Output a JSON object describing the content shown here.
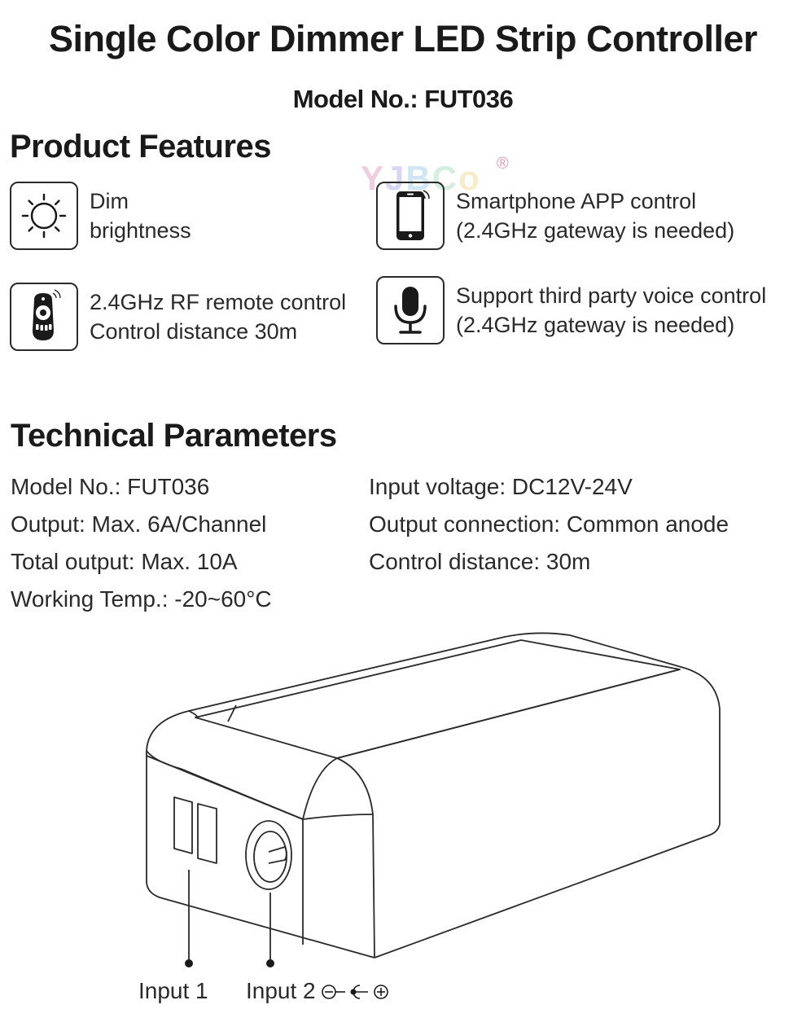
{
  "header": {
    "title": "Single Color Dimmer LED Strip Controller",
    "model_line": "Model No.: FUT036"
  },
  "features": {
    "heading": "Product Features",
    "items": [
      {
        "icon": "sun-icon",
        "line1": "Dim",
        "line2": "brightness"
      },
      {
        "icon": "smartphone-icon",
        "line1": "Smartphone APP control",
        "line2": "(2.4GHz gateway is needed)"
      },
      {
        "icon": "remote-control-icon",
        "line1": "2.4GHz RF remote control",
        "line2": "Control distance 30m"
      },
      {
        "icon": "microphone-icon",
        "line1": "Support third party voice control",
        "line2": "(2.4GHz gateway is needed)"
      }
    ]
  },
  "watermark": {
    "text": "YJBCo",
    "registered": "®"
  },
  "technical": {
    "heading": "Technical Parameters",
    "left": [
      "Model No.: FUT036",
      "Output: Max. 6A/Channel",
      "Total output: Max. 10A",
      "Working Temp.: -20~60°C"
    ],
    "right": [
      "Input voltage: DC12V-24V",
      "Output connection: Common anode",
      "Control distance: 30m"
    ]
  },
  "device": {
    "input1_label": "Input 1",
    "input2_label": "Input 2"
  }
}
